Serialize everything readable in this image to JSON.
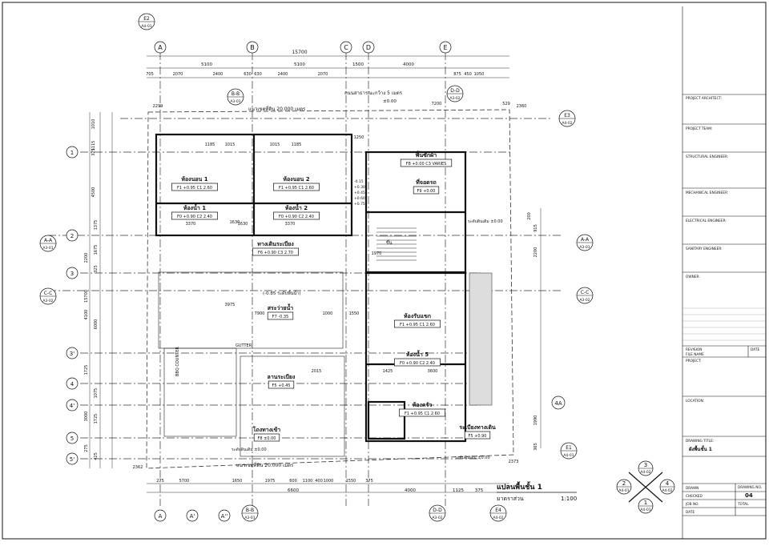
{
  "drawing": {
    "title_label": "แปลนพื้นชั้น 1",
    "scale_label": "มาตราส่วน",
    "scale_value": "1:100"
  },
  "grid": {
    "columns_top": [
      "A",
      "B",
      "C",
      "D",
      "E"
    ],
    "columns_bottom": [
      "A",
      "A'",
      "A''"
    ],
    "rows": [
      "1",
      "2",
      "3",
      "3'",
      "4",
      "4'",
      "5",
      "5'"
    ],
    "row_right": "4A"
  },
  "section_markers": [
    {
      "id": "E2",
      "sheet": "A4-01"
    },
    {
      "id": "B-B",
      "sheet": "A3-01"
    },
    {
      "id": "D-D",
      "sheet": "A3-02"
    },
    {
      "id": "E3",
      "sheet": "A4-02"
    },
    {
      "id": "A-A",
      "sheet": "A3-01"
    },
    {
      "id": "C-C",
      "sheet": "A3-02"
    },
    {
      "id": "A-A",
      "sheet": "A3-01"
    },
    {
      "id": "C-C",
      "sheet": "A3-02"
    },
    {
      "id": "E1",
      "sheet": "A4-01"
    },
    {
      "id": "B-B",
      "sheet": "A3-01"
    },
    {
      "id": "D-D",
      "sheet": "A3-02"
    },
    {
      "id": "E4",
      "sheet": "A4-02"
    }
  ],
  "dimensions": {
    "top_total": "15700",
    "top_row1": [
      "5100",
      "5100",
      "1500",
      "4000"
    ],
    "top_row2": [
      "705",
      "2070",
      "2400",
      "630",
      "630",
      "2400",
      "2070",
      "875",
      "450",
      "1050"
    ],
    "bottom_row1": [
      "275",
      "5700",
      "1650",
      "1975",
      "600",
      "1100",
      "400",
      "1000",
      "1550",
      "375"
    ],
    "bottom_total": "6600",
    "bottom_row2": [
      "4000",
      "1125",
      "375"
    ],
    "left": [
      "1010",
      "1115",
      "325",
      "4500",
      "1375",
      "2200",
      "1675",
      "15700",
      "325",
      "4100",
      "6000",
      "1725",
      "1075",
      "3000",
      "1725",
      "275",
      "425"
    ],
    "right": [
      "915",
      "200",
      "2200",
      "1990",
      "365"
    ],
    "misc": [
      "2299",
      "2360",
      "529",
      "7200",
      "3370",
      "3370",
      "1630",
      "1630",
      "1185",
      "1185",
      "1015",
      "1015",
      "1250",
      "7900",
      "1000",
      "1550",
      "3975",
      "2015",
      "1425",
      "3600",
      "2373",
      "2362",
      "1970"
    ]
  },
  "rooms": [
    {
      "name": "ห้องนอน 1",
      "tag": "F1 +0.95 C1 2.60"
    },
    {
      "name": "ห้องนอน 2",
      "tag": "F1 +0.95 C1 2.60"
    },
    {
      "name": "ห้องน้ำ 1",
      "tag": "F0 +0.90 C2 2.40"
    },
    {
      "name": "ห้องน้ำ 2",
      "tag": "F0 +0.90 C2 2.40"
    },
    {
      "name": "พื้นซักผ้า",
      "tag": "F8 +0.00 C3 VARIES"
    },
    {
      "name": "ที่จอดรถ",
      "tag": "F9 +0.00"
    },
    {
      "name": "ห้องรับแขก",
      "tag": "F1 +0.95 C1 2.60"
    },
    {
      "name": "ห้องน้ำ 5",
      "tag": "F0 +0.90 C2 2.40"
    },
    {
      "name": "ห้องครัว",
      "tag": "F1 +0.95 C1 2.60"
    },
    {
      "name": "ระเบียงทางเดิน",
      "tag": "F5 +0.90"
    },
    {
      "name": "ทางเดินระเบียง",
      "tag": "F6 +0.90 C3 2.70"
    },
    {
      "name": "สระว่ายน้ำ",
      "tag": "F7 -0.35"
    },
    {
      "name": "ลานระเบียง",
      "tag": "F5 +0.45"
    },
    {
      "name": "โถงทางเข้า",
      "tag": "F8 ±0.00"
    }
  ],
  "notes": {
    "boundary_top": "แนวเขตที่ดิน 20.000 เมตร",
    "boundary_bottom": "แนวเขตที่ดิน 20.000 เมตร",
    "setback": "ถนนสาธารณะกว้าง 5 เมตร",
    "level_zero": "±0.00",
    "ground_mark": "ระดับดินเดิม ±0.00",
    "lower": "(-0.85 ระดับพื้นน้ำ)",
    "gutter": "GUTTER",
    "bbq": "BBQ COUNTER",
    "up": "ขึ้น",
    "stair_levels": [
      "-0.15",
      "+0.30",
      "+0.45",
      "+0.60",
      "+0.75"
    ]
  },
  "title_block": {
    "project_architect": "PROJECT ARCHITECT:",
    "project_team": "PROJECT TEAM:",
    "structural": "STRUCTURAL ENGINEER:",
    "mechanical": "MECHANICAL ENGINEER:",
    "electrical": "ELECTRICAL ENGINEER:",
    "sanitary": "SANITARY ENGINEER:",
    "owner": "OWNER:",
    "revision": "REVISION",
    "date": "DATE",
    "file_name": "FILE NAME",
    "project": "PROJECT:",
    "location": "LOCATION:",
    "drawing_title": "DRAWING TITLE:",
    "drawing_title_value": "ผังพื้นชั้น 1",
    "drawn": "DRAWN",
    "checked": "CHECKED",
    "job_no": "JOB NO.",
    "date_row": "DATE",
    "drawing_no_label": "DRAWING NO.",
    "drawing_no": "04",
    "total": "TOTAL",
    "key": [
      {
        "n": "3",
        "sheet": "A4-02"
      },
      {
        "n": "2",
        "sheet": "A4-01"
      },
      {
        "n": "4",
        "sheet": "A4-02"
      },
      {
        "n": "1",
        "sheet": "A4-01"
      }
    ]
  }
}
